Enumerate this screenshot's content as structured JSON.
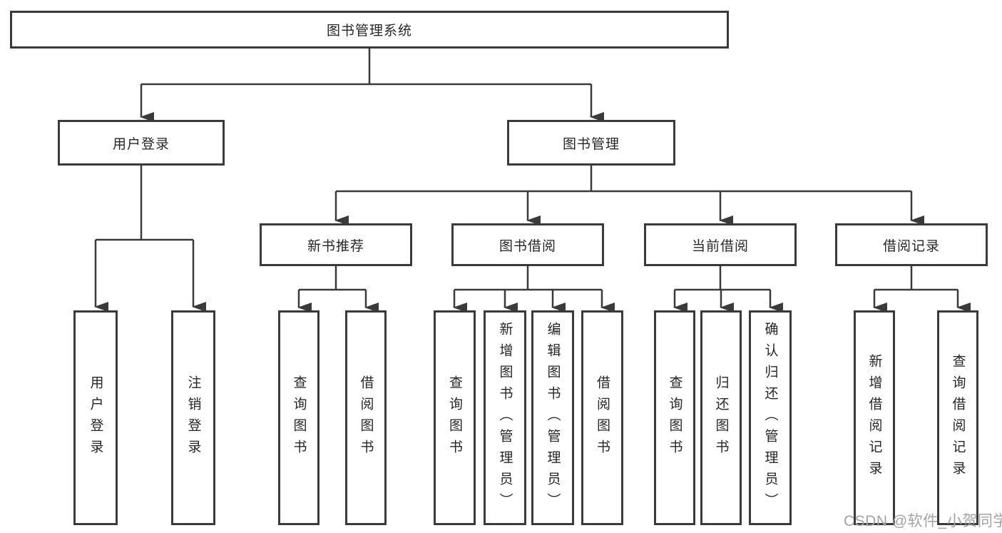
{
  "diagram": {
    "type": "hierarchy-tree",
    "colors": {
      "line": "#3a3a3a",
      "box_border": "#3a3a3a",
      "text": "#262626",
      "background": "#ffffff",
      "watermark": "#a3a3a3"
    },
    "tree": {
      "root": {
        "label": "图书管理系统"
      },
      "branches": [
        {
          "label": "用户登录",
          "children": [
            {
              "label": "用户登录"
            },
            {
              "label": "注销登录"
            }
          ]
        },
        {
          "label": "图书管理",
          "groups": [
            {
              "label": "新书推荐",
              "children": [
                {
                  "label": "查询图书"
                },
                {
                  "label": "借阅图书"
                }
              ]
            },
            {
              "label": "图书借阅",
              "children": [
                {
                  "label": "查询图书"
                },
                {
                  "label": "新增图书（管理员）"
                },
                {
                  "label": "编辑图书（管理员）"
                },
                {
                  "label": "借阅图书"
                }
              ]
            },
            {
              "label": "当前借阅",
              "children": [
                {
                  "label": "查询图书"
                },
                {
                  "label": "归还图书"
                },
                {
                  "label": "确认归还（管理员）"
                }
              ]
            },
            {
              "label": "借阅记录",
              "children": [
                {
                  "label": "新增借阅记录"
                },
                {
                  "label": "查询借阅记录"
                }
              ]
            }
          ]
        }
      ]
    },
    "watermark": {
      "text": "CSDN @软件_小贺同学"
    }
  }
}
